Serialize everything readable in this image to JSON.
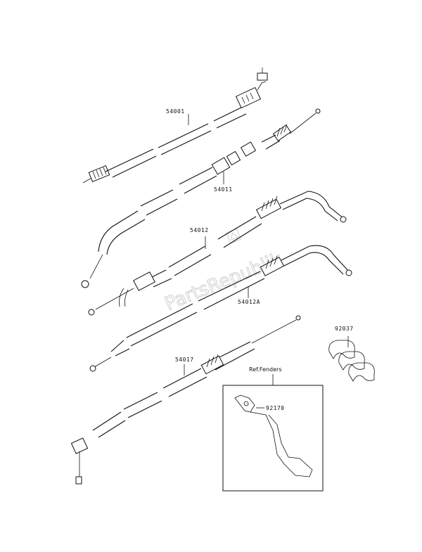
{
  "parts": {
    "p54001": "54001",
    "p54011": "54011",
    "p54012": "54012",
    "p54012A": "54012A",
    "p54017": "54017",
    "p92037": "92037",
    "p92170": "92170"
  },
  "ref_box": {
    "label": "Ref.Fenders"
  },
  "watermark": {
    "text": "PartsRepublik"
  },
  "colors": {
    "line": "#111111",
    "watermark": "#cfcfcf",
    "background": "#ffffff"
  }
}
